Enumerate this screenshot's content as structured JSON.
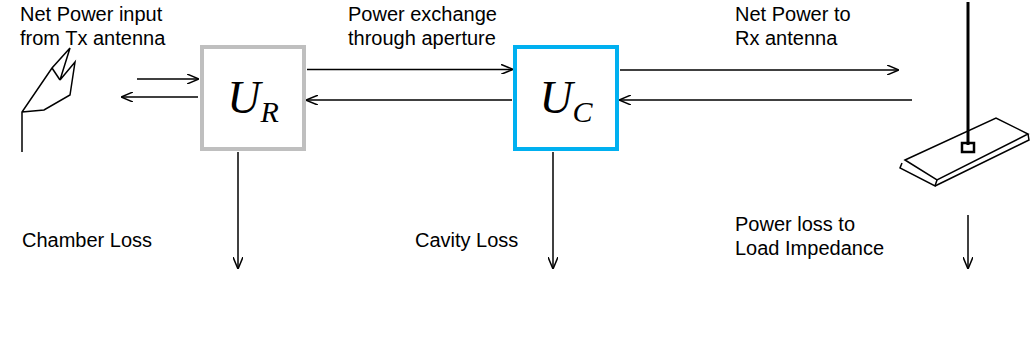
{
  "diagram": {
    "nodes": [
      {
        "text": [
          "U",
          "R"
        ]
      },
      {
        "text": [
          "U",
          "C"
        ]
      }
    ],
    "edges": [
      {
        "from": 0,
        "to": 1,
        "arrow": "to"
      },
      {
        "from": 1,
        "to": 0,
        "arrow": "to"
      }
    ],
    "labels": [
      "Net Power input from Tx antenna",
      "Power exchange through aperture",
      "Net Power to Rx antenna",
      "Chamber Loss",
      "Cavity Loss",
      "Power loss to Load Impedance"
    ]
  }
}
